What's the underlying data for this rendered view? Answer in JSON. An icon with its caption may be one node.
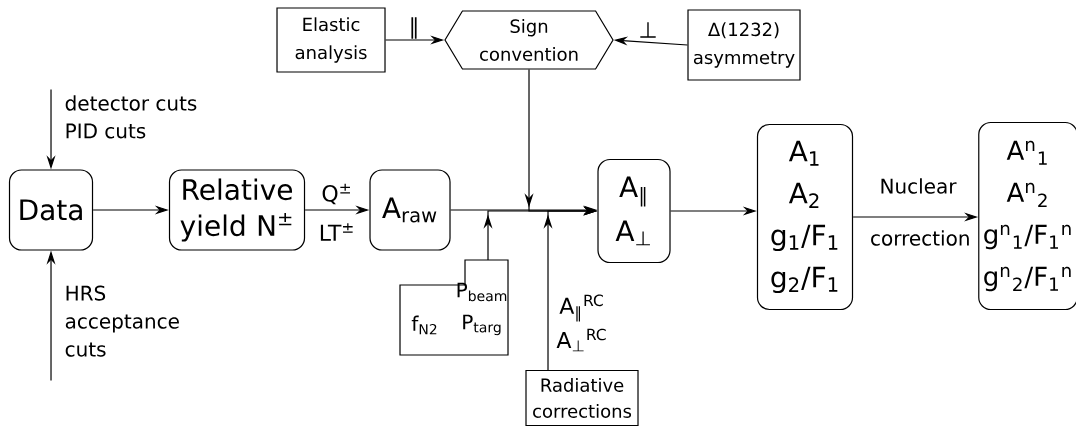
{
  "diagram": {
    "nodes": [
      {
        "text": [
          "Data"
        ]
      },
      {
        "text": [
          "Relative yield N$^{±}$"
        ]
      },
      {
        "text": [
          "A$_{raw}$"
        ]
      },
      {
        "text": [
          "A$_{∥}$",
          "A$_{⊥}$"
        ]
      },
      {
        "text": [
          "A$_{1}$",
          "A$_{2}$",
          "g$_{1}$/F$_{1}$",
          "g$_{2}$/F$_{1}$"
        ]
      },
      {
        "text": [
          "A$^{n}$$_{1}$",
          "A$^{n}$$_{2}$",
          "g$^{n}$$_{1}$/F$_{1}$$^{n}$",
          "g$^{n}$$_{2}$/F$_{1}$$^{n}$"
        ]
      },
      {
        "text": [
          "Elastic analysis"
        ]
      },
      {
        "text": [
          "Sign convention"
        ]
      },
      {
        "text": [
          "Δ(1232) asymmetry"
        ]
      },
      {
        "text": [
          "Radiative corrections"
        ]
      },
      {
        "text": [
          "P$_{beam}$",
          "f$_{N2}$",
          "P$_{targ}$"
        ]
      }
    ],
    "edges": [
      {
        "from": null,
        "to": 0,
        "arrow": "to"
      },
      {
        "from": null,
        "to": 0,
        "arrow": "to"
      },
      {
        "from": 0,
        "to": 1,
        "arrow": "to"
      },
      {
        "from": 1,
        "to": 2,
        "arrow": "to",
        "label": "Q$^{±}$"
      },
      {
        "from": 2,
        "to": 3,
        "arrow": "to"
      },
      {
        "from": 7,
        "to": 3,
        "arrow": "to"
      },
      {
        "from": 10,
        "to": 3,
        "arrow": "to"
      },
      {
        "from": 9,
        "to": 3,
        "arrow": "to"
      },
      {
        "from": 3,
        "to": 4,
        "arrow": "to"
      },
      {
        "from": 4,
        "to": 5,
        "arrow": "to",
        "label": "Nuclear correction"
      },
      {
        "from": 6,
        "to": 7,
        "arrow": "to",
        "label": "∥"
      },
      {
        "from": 8,
        "to": 7,
        "arrow": "to",
        "label": "⊥"
      }
    ],
    "labels": [
      "detector cuts",
      "PID cuts",
      "HRS acceptance cuts",
      "LT$^{±}$",
      "A$_{∥}$$^{RC}$",
      "A$_{⊥}$$^{RC}$"
    ]
  }
}
